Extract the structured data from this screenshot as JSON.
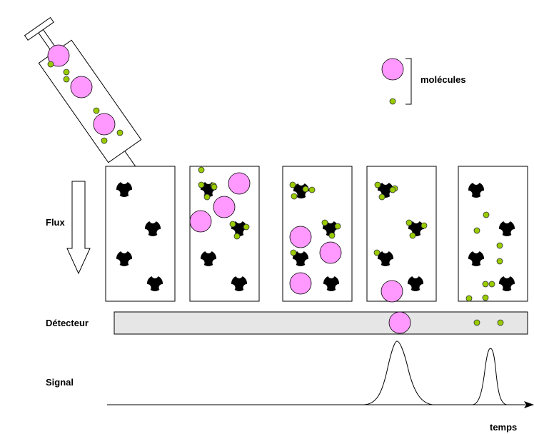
{
  "labels": {
    "molecules": "molécules",
    "flux": "Flux",
    "detector": "Détecteur",
    "signal": "Signal",
    "time": "temps"
  },
  "colors": {
    "large_molecule": "#ff99ff",
    "small_molecule": "#99cc00",
    "stationary_phase": "#000000",
    "detector_fill": "#e6e6e6",
    "outline": "#000000"
  },
  "icons": {
    "stationary_phase": "tri-lobed-bead-icon",
    "syringe": "syringe-icon",
    "flow_arrow": "down-arrow-icon",
    "legend_bracket": "bracket-icon"
  },
  "stages": [
    {
      "step": 1,
      "large_molecules_in_column": 0,
      "small_molecules_in_column": 0
    },
    {
      "step": 2,
      "large_molecules_in_column": 3,
      "small_molecules_in_column": 8
    },
    {
      "step": 3,
      "large_molecules_in_column": 3,
      "small_molecules_in_column": 8
    },
    {
      "step": 4,
      "large_molecules_in_column": 1,
      "small_molecules_in_column": 8
    },
    {
      "step": 5,
      "large_molecules_in_column": 0,
      "small_molecules_in_column": 8
    }
  ],
  "detector": {
    "large_molecules": 1,
    "small_molecules": 2
  },
  "signal_peaks": [
    {
      "order": 1,
      "molecule": "large",
      "shape": "broad"
    },
    {
      "order": 2,
      "molecule": "small",
      "shape": "narrow"
    }
  ]
}
